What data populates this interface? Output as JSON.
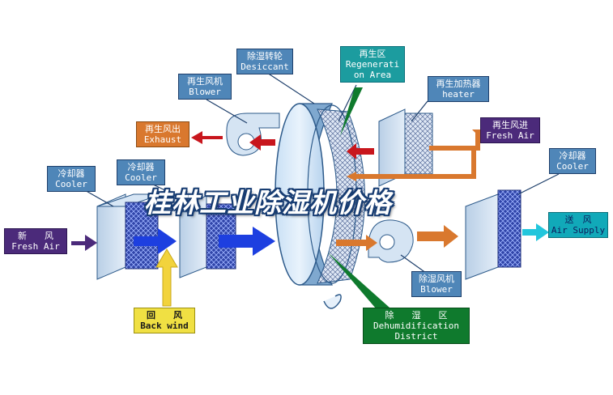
{
  "labels": {
    "desiccant": {
      "cn": "除湿转轮",
      "en": "Desiccant"
    },
    "regeneration": {
      "cn": "再生区",
      "en1": "Regenerati",
      "en2": "on Area"
    },
    "blower_top": {
      "cn": "再生风机",
      "en": "Blower"
    },
    "heater": {
      "cn": "再生加热器",
      "en": "heater"
    },
    "exhaust": {
      "cn": "再生风出",
      "en": "Exhaust"
    },
    "fresh_air_regen": {
      "cn": "再生风进",
      "en": "Fresh Air"
    },
    "cooler_left": {
      "cn": "冷却器",
      "en": "Cooler"
    },
    "cooler_mid": {
      "cn": "冷却器",
      "en": "Cooler"
    },
    "cooler_right": {
      "cn": "冷却器",
      "en": "Cooler"
    },
    "fresh_air_in": {
      "cn": "新　　风",
      "en": "Fresh Air"
    },
    "air_supply": {
      "cn": "送　风",
      "en": "Air Supply"
    },
    "back_wind": {
      "cn": "回　　风",
      "en": "Back wind"
    },
    "blower_bottom": {
      "cn": "除湿风机",
      "en": "Blower"
    },
    "dehumid_district": {
      "cn": "除　　湿　　区",
      "en1": "Dehumidification",
      "en2": "District"
    }
  },
  "title": "桂林工业除湿机价格",
  "colors": {
    "label_blue": "#4f86b8",
    "exhaust_orange": "#d9782e",
    "fresh_air_purple": "#4b2a7a",
    "supply_teal": "#11a9b9",
    "back_wind_yellow": "#f0e043",
    "district_green": "#0f7a2d",
    "flow_blue": "#1d3fe0",
    "flow_orange": "#d9782e",
    "flow_red": "#c8161d",
    "flow_yellow": "#f2d33c",
    "flow_cyan": "#22c6dc"
  },
  "icons": [
    "desiccant-wheel-icon",
    "blower-fan-icon",
    "cooler-coil-icon",
    "heater-coil-icon",
    "flow-arrow-icon"
  ]
}
